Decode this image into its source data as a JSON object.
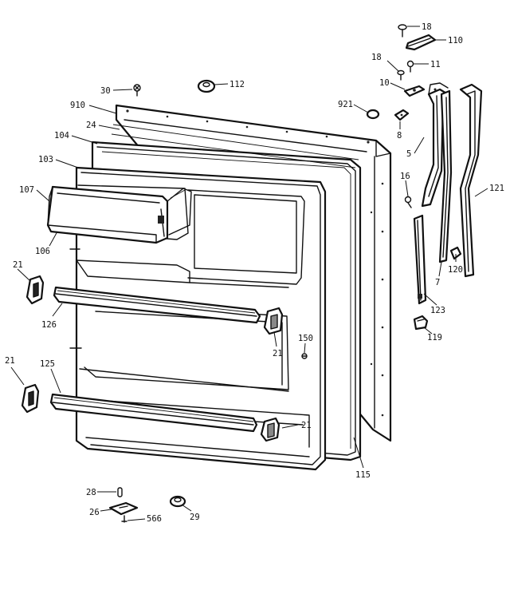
{
  "callouts": [
    {
      "id": "c18a",
      "text": "18"
    },
    {
      "id": "c110",
      "text": "110"
    },
    {
      "id": "c18b",
      "text": "18"
    },
    {
      "id": "c11",
      "text": "11"
    },
    {
      "id": "c10",
      "text": "10"
    },
    {
      "id": "c30",
      "text": "30"
    },
    {
      "id": "c112",
      "text": "112"
    },
    {
      "id": "c910",
      "text": "910"
    },
    {
      "id": "c921",
      "text": "921"
    },
    {
      "id": "c24",
      "text": "24"
    },
    {
      "id": "c8",
      "text": "8"
    },
    {
      "id": "c104",
      "text": "104"
    },
    {
      "id": "c5",
      "text": "5"
    },
    {
      "id": "c103",
      "text": "103"
    },
    {
      "id": "c16",
      "text": "16"
    },
    {
      "id": "c121",
      "text": "121"
    },
    {
      "id": "c107",
      "text": "107"
    },
    {
      "id": "c106",
      "text": "106"
    },
    {
      "id": "c21a",
      "text": "21"
    },
    {
      "id": "c120",
      "text": "120"
    },
    {
      "id": "c7",
      "text": "7"
    },
    {
      "id": "c126",
      "text": "126"
    },
    {
      "id": "c123",
      "text": "123"
    },
    {
      "id": "c21b",
      "text": "21"
    },
    {
      "id": "c150",
      "text": "150"
    },
    {
      "id": "c119",
      "text": "119"
    },
    {
      "id": "c21c",
      "text": "21"
    },
    {
      "id": "c125",
      "text": "125"
    },
    {
      "id": "c21d",
      "text": "21"
    },
    {
      "id": "c115",
      "text": "115"
    },
    {
      "id": "c28",
      "text": "28"
    },
    {
      "id": "c26",
      "text": "26"
    },
    {
      "id": "c566",
      "text": "566"
    },
    {
      "id": "c29",
      "text": "29"
    }
  ]
}
